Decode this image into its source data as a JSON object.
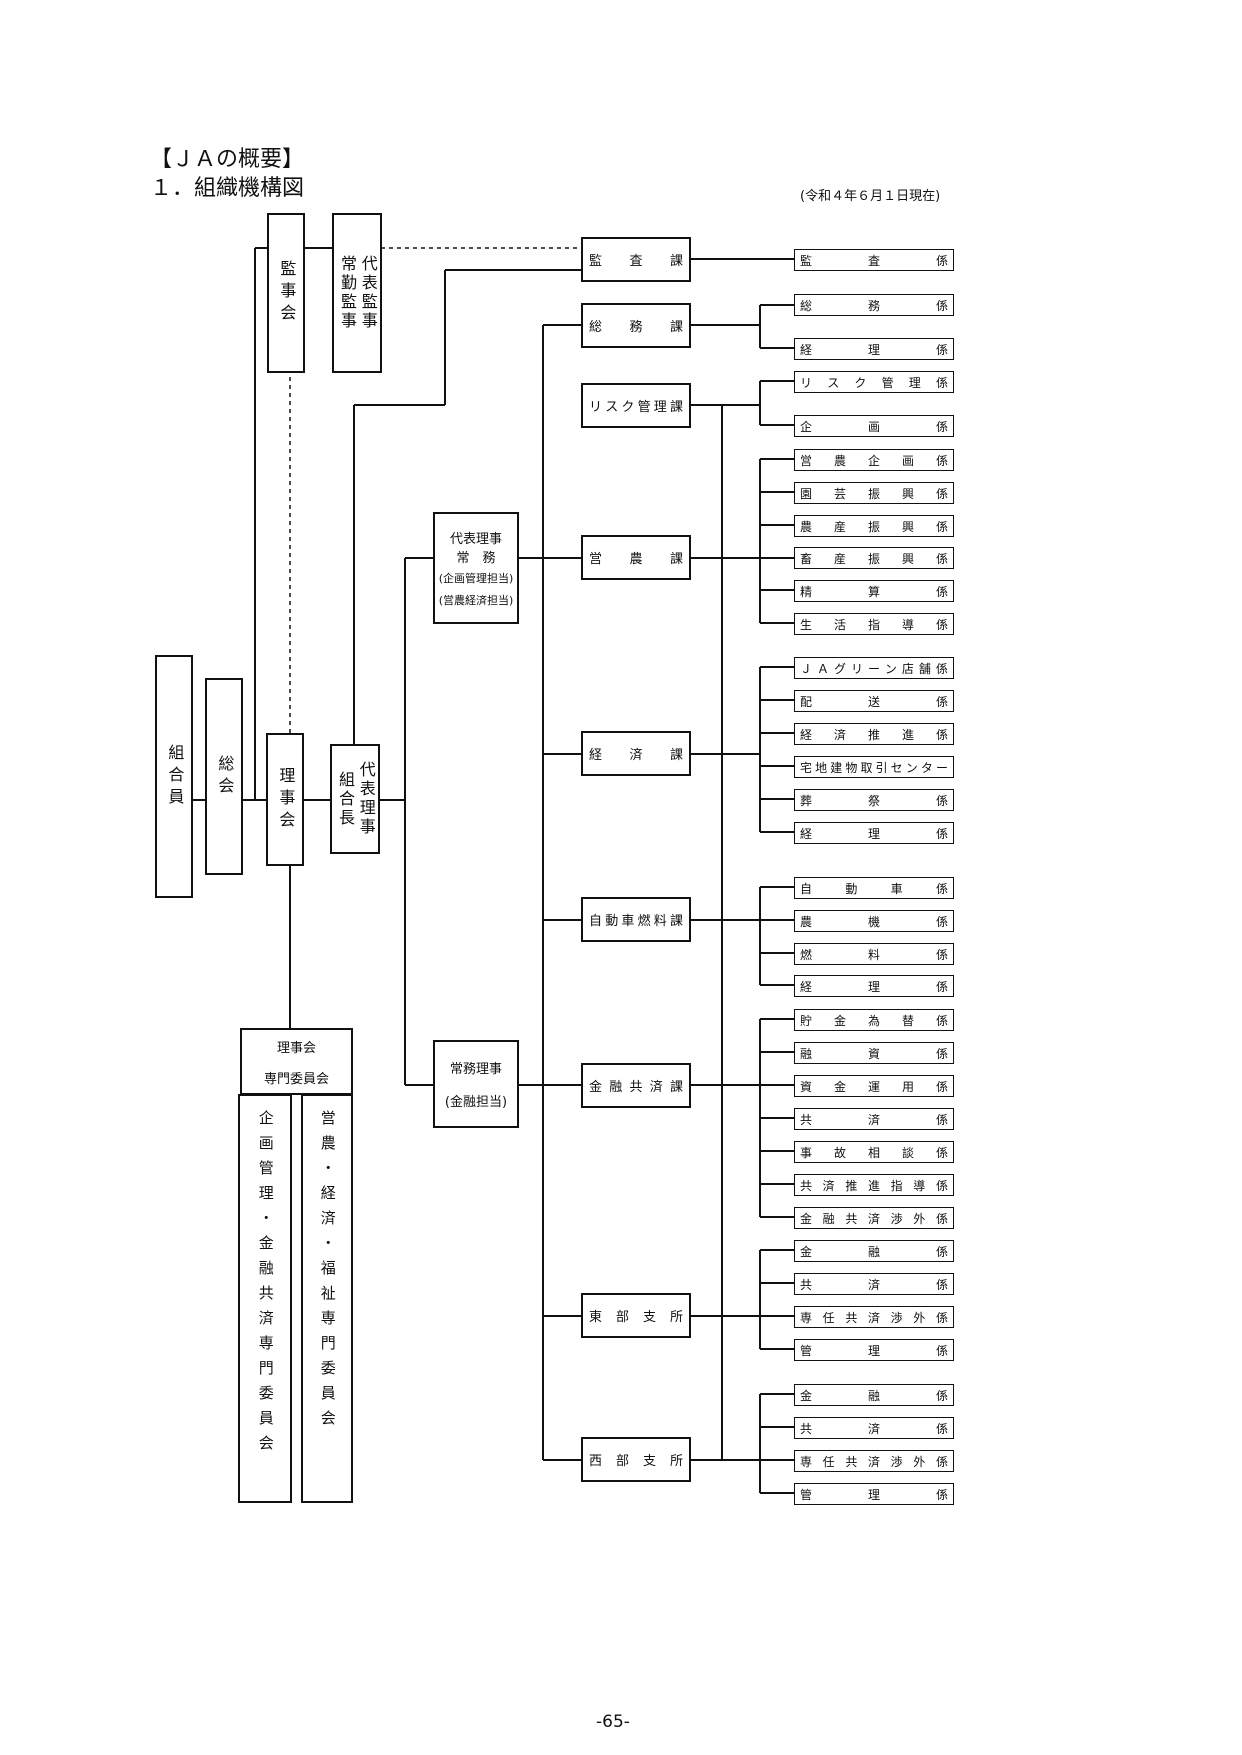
{
  "header": {
    "section": "【ＪＡの概要】",
    "title": "１．組織機構図",
    "date": "(令和４年６月１日現在)"
  },
  "left": {
    "members": "組合員",
    "general_meeting": "総会",
    "auditors": "監事会",
    "rep_auditor_1": "常勤監事",
    "rep_auditor_2": "代表監事",
    "board": "理事会",
    "chairman_1": "組合長",
    "chairman_2": "代表理事"
  },
  "executives": {
    "managing_1": {
      "l1": "代表理事",
      "l2": "常　務",
      "l3": "(企画管理担当)",
      "l4": "(営農経済担当)"
    },
    "managing_2": {
      "l1": "常務理事",
      "l2": "(金融担当)"
    }
  },
  "committee": {
    "title_1": "理事会",
    "title_2": "専門委員会",
    "col_1": "企画管理・金融共済専門委員会",
    "col_2": "営農・経済・福祉専門委員会"
  },
  "departments": [
    {
      "name": "監査課",
      "sections": [
        "監査係"
      ]
    },
    {
      "name": "総務課",
      "sections": [
        "総務係",
        "経理係"
      ]
    },
    {
      "name": "リスク管理課",
      "sections": [
        "リスク管理係",
        "企画係"
      ]
    },
    {
      "name": "営農課",
      "sections": [
        "営農企画係",
        "園芸振興係",
        "農産振興係",
        "畜産振興係",
        "精算係",
        "生活指導係"
      ]
    },
    {
      "name": "経済課",
      "sections": [
        "ＪＡグリーン店舗係",
        "配送係",
        "経済推進係",
        "宅地建物取引センター",
        "葬祭係",
        "経理係"
      ]
    },
    {
      "name": "自動車燃料課",
      "sections": [
        "自動車係",
        "農機係",
        "燃料係",
        "経理係"
      ]
    },
    {
      "name": "金融共済課",
      "sections": [
        "貯金為替係",
        "融資係",
        "資金運用係",
        "共済係",
        "事故相談係",
        "共済推進指導係",
        "金融共済渉外係"
      ]
    },
    {
      "name": "東部支所",
      "sections": [
        "金融係",
        "共済係",
        "専任共済渉外係",
        "管理係"
      ]
    },
    {
      "name": "西部支所",
      "sections": [
        "金融係",
        "共済係",
        "専任共済渉外係",
        "管理係"
      ]
    }
  ],
  "footer": {
    "page": "-65-"
  }
}
